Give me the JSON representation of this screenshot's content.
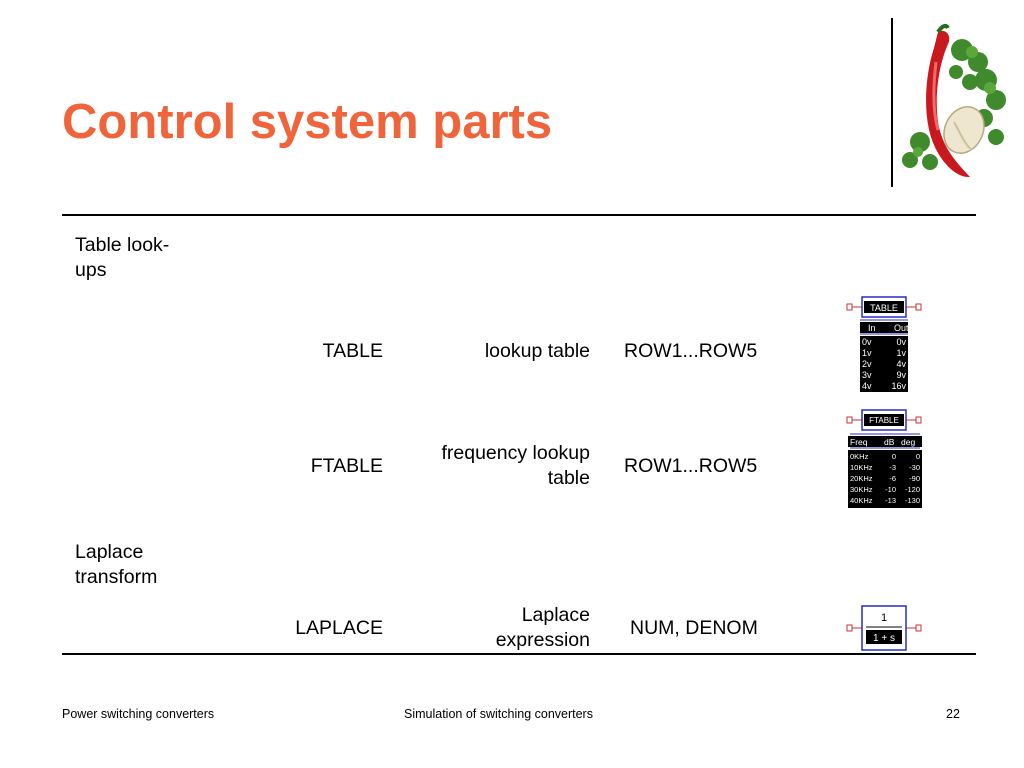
{
  "slide": {
    "title": "Control system parts",
    "footer": {
      "left": "Power switching converters",
      "center": "Simulation of switching converters",
      "page": "22"
    }
  },
  "sections": [
    {
      "heading_line1": "Table look-",
      "heading_line2": "ups"
    },
    {
      "heading_line1": "Laplace",
      "heading_line2": "transform"
    }
  ],
  "rows": [
    {
      "name": "TABLE",
      "desc_line1": "lookup table",
      "desc_line2": "",
      "params": "ROW1...ROW5"
    },
    {
      "name": "FTABLE",
      "desc_line1": "frequency lookup",
      "desc_line2": "table",
      "params": "ROW1...ROW5"
    },
    {
      "name": "LAPLACE",
      "desc_line1": "Laplace",
      "desc_line2": "expression",
      "params": "NUM, DENOM"
    }
  ],
  "symbols": {
    "table": {
      "label": "TABLE",
      "header": [
        "In",
        "Out"
      ],
      "rows": [
        [
          "0v",
          "0v"
        ],
        [
          "1v",
          "1v"
        ],
        [
          "2v",
          "4v"
        ],
        [
          "3v",
          "9v"
        ],
        [
          "4v",
          "16v"
        ]
      ]
    },
    "ftable": {
      "label": "FTABLE",
      "header": [
        "Freq",
        "dB",
        "deg"
      ],
      "rows": [
        [
          "0KHz",
          "0",
          "0"
        ],
        [
          "10KHz",
          "-3",
          "-30"
        ],
        [
          "20KHz",
          "-6",
          "-90"
        ],
        [
          "30KHz",
          "-10",
          "-120"
        ],
        [
          "40KHz",
          "-13",
          "-130"
        ]
      ]
    },
    "laplace": {
      "numerator": "1",
      "denominator": "1 + s"
    }
  },
  "colors": {
    "title": "#f0643c",
    "symbol_frame": "#2c2cc8",
    "pin": "#c83232"
  }
}
